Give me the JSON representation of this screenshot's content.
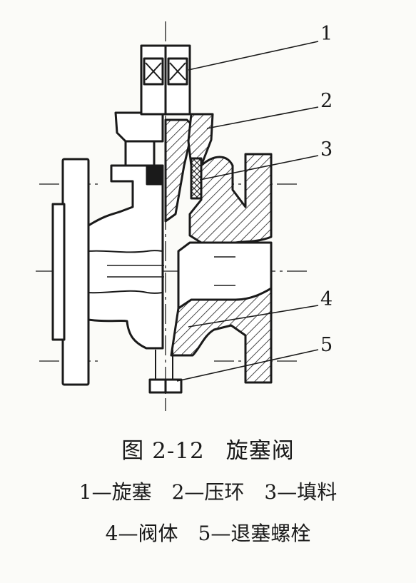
{
  "callouts": [
    "1",
    "2",
    "3",
    "4",
    "5"
  ],
  "caption": {
    "figure_number": "图 2-12",
    "title": "旋塞阀"
  },
  "legend": {
    "line1": [
      "1—旋塞",
      "2—压环",
      "3—填料"
    ],
    "line2": [
      "4—阀体",
      "5—退塞螺栓"
    ]
  }
}
